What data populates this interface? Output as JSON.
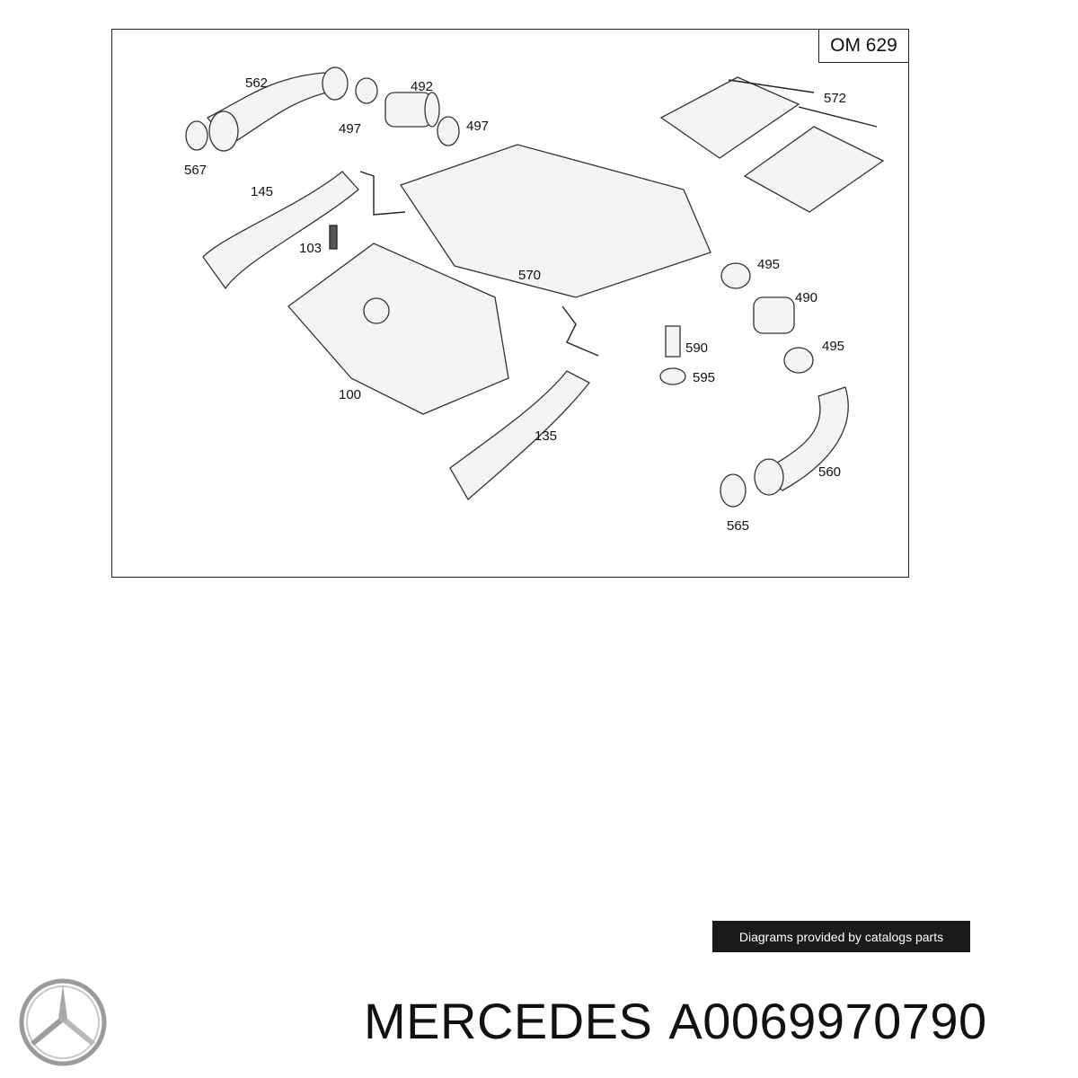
{
  "diagram": {
    "engine_code": "OM 629",
    "callouts": [
      "562",
      "492",
      "497",
      "497",
      "572",
      "567",
      "145",
      "103",
      "570",
      "495",
      "490",
      "495",
      "590",
      "595",
      "100",
      "135",
      "560",
      "565"
    ]
  },
  "credit": "Diagrams provided by catalogs parts",
  "footer": {
    "brand": "MERCEDES",
    "part_number": "A0069970790"
  },
  "colors": {
    "banner_bg": "#1a1a1a",
    "banner_text": "#ffffff",
    "line": "#222222"
  },
  "icons": {
    "logo": "mercedes-star-icon"
  }
}
